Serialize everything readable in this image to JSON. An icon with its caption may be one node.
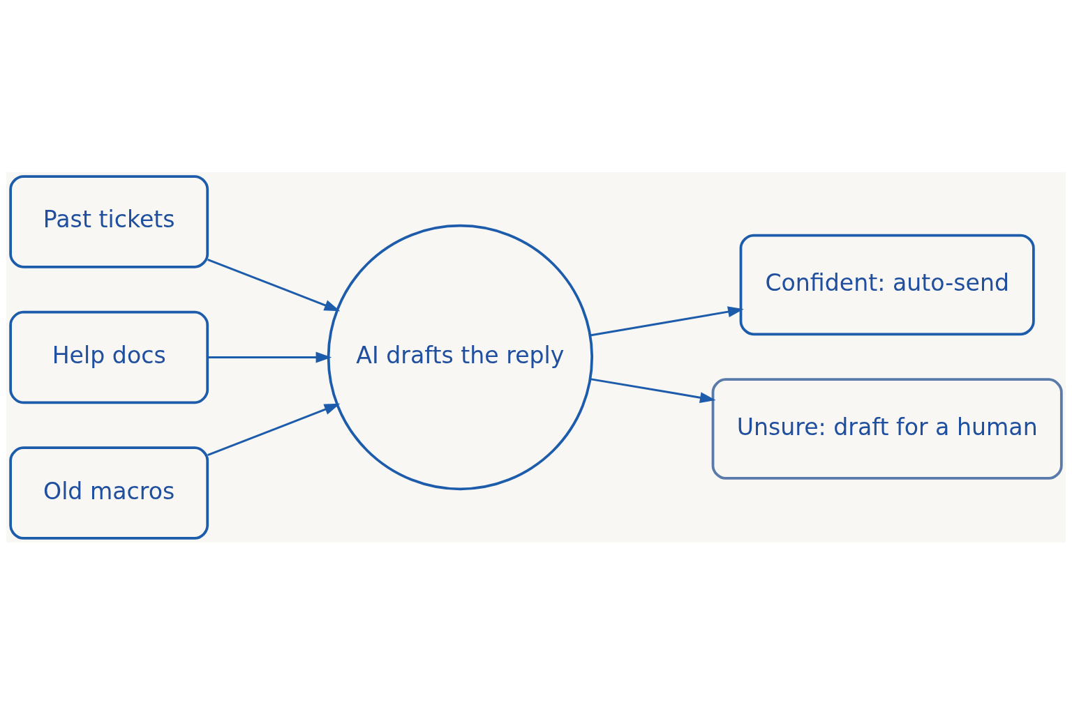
{
  "diagram": {
    "nodes": [
      {
        "text": [
          "Past tickets"
        ]
      },
      {
        "text": [
          "Help docs"
        ]
      },
      {
        "text": [
          "Old macros"
        ]
      },
      {
        "text": [
          "AI drafts the reply"
        ]
      },
      {
        "text": [
          "Confident: auto-send"
        ]
      },
      {
        "text": [
          "Unsure: draft for a human"
        ]
      }
    ],
    "edges": [
      {
        "from": 0,
        "to": 3,
        "arrow": "to"
      },
      {
        "from": 1,
        "to": 3,
        "arrow": "to"
      },
      {
        "from": 2,
        "to": 3,
        "arrow": "to"
      },
      {
        "from": 3,
        "to": 4,
        "arrow": "to"
      },
      {
        "from": 3,
        "to": 5,
        "arrow": "to"
      }
    ]
  }
}
